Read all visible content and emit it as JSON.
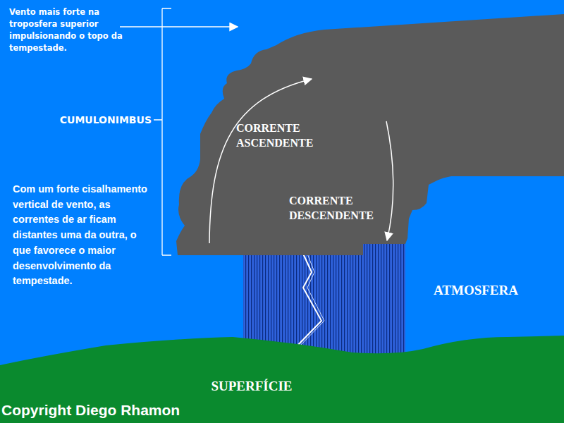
{
  "diagram": {
    "nodes": [
      {
        "text": [
          "CORRENTE ASCENDENTE",
          "CORRENTE DESCENDENTE"
        ]
      },
      {
        "text": [
          "SUPERFÍCIE"
        ]
      }
    ],
    "labels": [
      "Vento mais forte na troposfera superior impulsionando o topo da tempestade.",
      "CUMULONIMBUS",
      "Com um forte cisalhamento vertical de vento, as correntes de ar ficam distantes uma da outra, o que favorece o maior desenvolvimento da tempestade.",
      "ATMOSFERA",
      "Copyright Diego Rhamon"
    ]
  }
}
